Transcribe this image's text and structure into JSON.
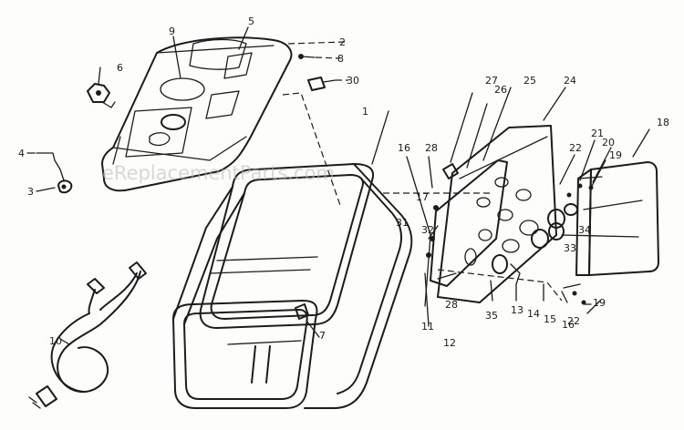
{
  "watermark": "eReplacementParts.com",
  "callouts": [
    {
      "id": "c1",
      "label": "1"
    },
    {
      "id": "c2",
      "label": "2"
    },
    {
      "id": "c3",
      "label": "3"
    },
    {
      "id": "c4",
      "label": "4"
    },
    {
      "id": "c5",
      "label": "5"
    },
    {
      "id": "c6",
      "label": "6"
    },
    {
      "id": "c7",
      "label": "7"
    },
    {
      "id": "c8",
      "label": "8"
    },
    {
      "id": "c9",
      "label": "9"
    },
    {
      "id": "c10",
      "label": "10"
    },
    {
      "id": "c11",
      "label": "11"
    },
    {
      "id": "c12",
      "label": "12"
    },
    {
      "id": "c13",
      "label": "13"
    },
    {
      "id": "c14",
      "label": "14"
    },
    {
      "id": "c15",
      "label": "15"
    },
    {
      "id": "c16a",
      "label": "16"
    },
    {
      "id": "c16b",
      "label": "16"
    },
    {
      "id": "c17",
      "label": "17"
    },
    {
      "id": "c18",
      "label": "18"
    },
    {
      "id": "c19a",
      "label": "19"
    },
    {
      "id": "c19b",
      "label": "19"
    },
    {
      "id": "c20",
      "label": "20"
    },
    {
      "id": "c21",
      "label": "21"
    },
    {
      "id": "c22a",
      "label": "22"
    },
    {
      "id": "c22b",
      "label": "22"
    },
    {
      "id": "c24",
      "label": "24"
    },
    {
      "id": "c25",
      "label": "25"
    },
    {
      "id": "c26",
      "label": "26"
    },
    {
      "id": "c27",
      "label": "27"
    },
    {
      "id": "c28a",
      "label": "28"
    },
    {
      "id": "c28b",
      "label": "28"
    },
    {
      "id": "c30",
      "label": "30"
    },
    {
      "id": "c31",
      "label": "31"
    },
    {
      "id": "c32",
      "label": "32"
    },
    {
      "id": "c33",
      "label": "33"
    },
    {
      "id": "c34",
      "label": "34"
    },
    {
      "id": "c35",
      "label": "35"
    }
  ]
}
